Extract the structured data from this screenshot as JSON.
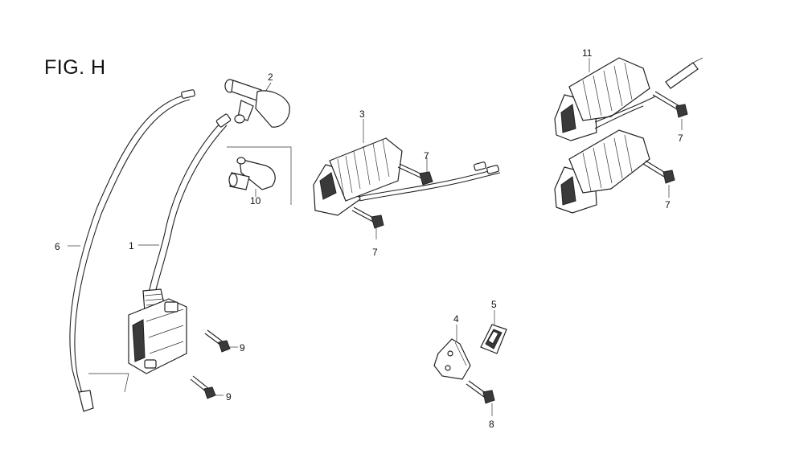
{
  "figure": {
    "title": "FIG. H"
  },
  "callouts": [
    {
      "id": "c1",
      "text": "1"
    },
    {
      "id": "c2",
      "text": "2"
    },
    {
      "id": "c3",
      "text": "3"
    },
    {
      "id": "c4",
      "text": "4"
    },
    {
      "id": "c5",
      "text": "5"
    },
    {
      "id": "c6",
      "text": "6"
    },
    {
      "id": "c7a",
      "text": "7"
    },
    {
      "id": "c7b",
      "text": "7"
    },
    {
      "id": "c7c",
      "text": "7"
    },
    {
      "id": "c7d",
      "text": "7"
    },
    {
      "id": "c8",
      "text": "8"
    },
    {
      "id": "c9a",
      "text": "9"
    },
    {
      "id": "c9b",
      "text": "9"
    },
    {
      "id": "c10",
      "text": "10"
    },
    {
      "id": "c11",
      "text": "11"
    }
  ]
}
